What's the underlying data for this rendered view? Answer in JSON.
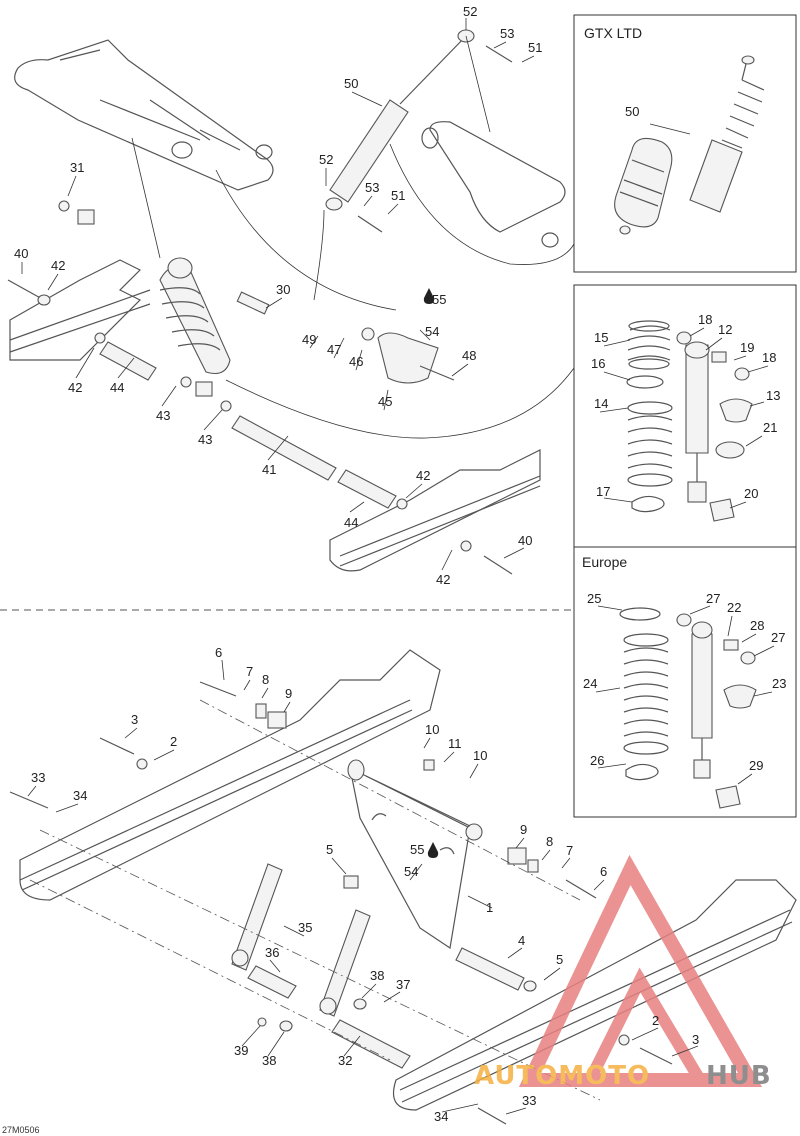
{
  "diagram": {
    "inset_titles": {
      "gtx": "GTX LTD",
      "europe": "Europe"
    },
    "drawing_code": "27M0506",
    "watermark": {
      "part1": "AUTOMOTO",
      "part2": "HUB",
      "colors": {
        "orange": "#f5b041",
        "gray": "#7b7b7b",
        "red": "#e88080"
      }
    },
    "fluid_symbol_label": "55"
  },
  "labels": [
    {
      "id": "l52a",
      "text": "52"
    },
    {
      "id": "l53a",
      "text": "53"
    },
    {
      "id": "l51a",
      "text": "51"
    },
    {
      "id": "l50a",
      "text": "50"
    },
    {
      "id": "l52b",
      "text": "52"
    },
    {
      "id": "l53b",
      "text": "53"
    },
    {
      "id": "l51b",
      "text": "51"
    },
    {
      "id": "l31",
      "text": "31"
    },
    {
      "id": "l40a",
      "text": "40"
    },
    {
      "id": "l42a",
      "text": "42"
    },
    {
      "id": "l30",
      "text": "30"
    },
    {
      "id": "l55a",
      "text": "55"
    },
    {
      "id": "l54a",
      "text": "54"
    },
    {
      "id": "l49",
      "text": "49"
    },
    {
      "id": "l47",
      "text": "47"
    },
    {
      "id": "l46",
      "text": "46"
    },
    {
      "id": "l48",
      "text": "48"
    },
    {
      "id": "l45",
      "text": "45"
    },
    {
      "id": "l42b",
      "text": "42"
    },
    {
      "id": "l44a",
      "text": "44"
    },
    {
      "id": "l43a",
      "text": "43"
    },
    {
      "id": "l43b",
      "text": "43"
    },
    {
      "id": "l41",
      "text": "41"
    },
    {
      "id": "l42c",
      "text": "42"
    },
    {
      "id": "l44b",
      "text": "44"
    },
    {
      "id": "l40b",
      "text": "40"
    },
    {
      "id": "l42d",
      "text": "42"
    },
    {
      "id": "l50b",
      "text": "50"
    },
    {
      "id": "l15",
      "text": "15"
    },
    {
      "id": "l18a",
      "text": "18"
    },
    {
      "id": "l12",
      "text": "12"
    },
    {
      "id": "l19",
      "text": "19"
    },
    {
      "id": "l18b",
      "text": "18"
    },
    {
      "id": "l16",
      "text": "16"
    },
    {
      "id": "l14",
      "text": "14"
    },
    {
      "id": "l13",
      "text": "13"
    },
    {
      "id": "l21",
      "text": "21"
    },
    {
      "id": "l17",
      "text": "17"
    },
    {
      "id": "l20",
      "text": "20"
    },
    {
      "id": "l25",
      "text": "25"
    },
    {
      "id": "l27a",
      "text": "27"
    },
    {
      "id": "l22",
      "text": "22"
    },
    {
      "id": "l28",
      "text": "28"
    },
    {
      "id": "l27b",
      "text": "27"
    },
    {
      "id": "l24",
      "text": "24"
    },
    {
      "id": "l23",
      "text": "23"
    },
    {
      "id": "l26",
      "text": "26"
    },
    {
      "id": "l29",
      "text": "29"
    },
    {
      "id": "l6a",
      "text": "6"
    },
    {
      "id": "l7a",
      "text": "7"
    },
    {
      "id": "l8a",
      "text": "8"
    },
    {
      "id": "l9a",
      "text": "9"
    },
    {
      "id": "l3a",
      "text": "3"
    },
    {
      "id": "l2a",
      "text": "2"
    },
    {
      "id": "l10a",
      "text": "10"
    },
    {
      "id": "l11",
      "text": "11"
    },
    {
      "id": "l10b",
      "text": "10"
    },
    {
      "id": "l33a",
      "text": "33"
    },
    {
      "id": "l34a",
      "text": "34"
    },
    {
      "id": "l9b",
      "text": "9"
    },
    {
      "id": "l8b",
      "text": "8"
    },
    {
      "id": "l7b",
      "text": "7"
    },
    {
      "id": "l5a",
      "text": "5"
    },
    {
      "id": "l55b",
      "text": "55"
    },
    {
      "id": "l54b",
      "text": "54"
    },
    {
      "id": "l6b",
      "text": "6"
    },
    {
      "id": "l1",
      "text": "1"
    },
    {
      "id": "l35",
      "text": "35"
    },
    {
      "id": "l4",
      "text": "4"
    },
    {
      "id": "l36",
      "text": "36"
    },
    {
      "id": "l5b",
      "text": "5"
    },
    {
      "id": "l38a",
      "text": "38"
    },
    {
      "id": "l37",
      "text": "37"
    },
    {
      "id": "l39",
      "text": "39"
    },
    {
      "id": "l38b",
      "text": "38"
    },
    {
      "id": "l32",
      "text": "32"
    },
    {
      "id": "l2b",
      "text": "2"
    },
    {
      "id": "l3b",
      "text": "3"
    },
    {
      "id": "l34b",
      "text": "34"
    },
    {
      "id": "l33b",
      "text": "33"
    }
  ]
}
